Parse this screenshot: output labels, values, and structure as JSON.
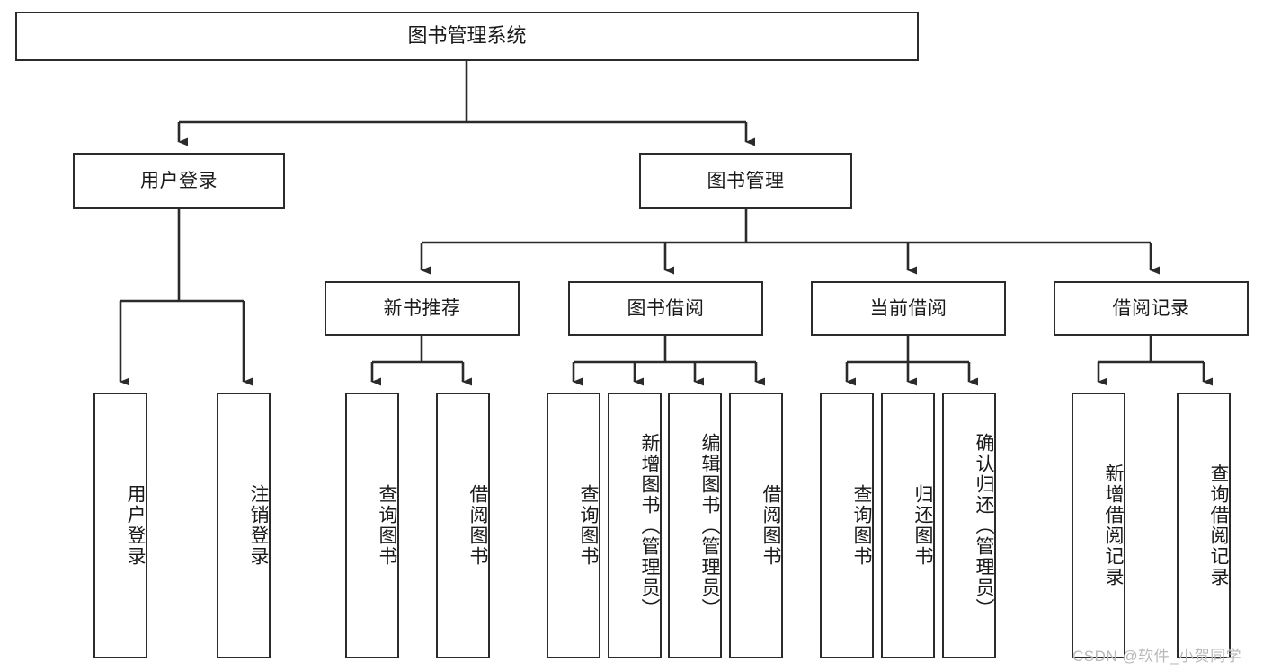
{
  "diagram": {
    "type": "hierarchy-tree",
    "title": "图书管理系统",
    "watermark": "CSDN @软件_小贺同学",
    "colors": {
      "stroke": "#2b2b2b",
      "fill": "#ffffff",
      "text": "#1a1a1a",
      "watermark": "#b9b9b9"
    },
    "nodes": {
      "root": {
        "label": "图书管理系统"
      },
      "level2": [
        {
          "id": "user-login",
          "label": "用户登录"
        },
        {
          "id": "book-manage",
          "label": "图书管理"
        }
      ],
      "level3": [
        {
          "id": "new-book-recommend",
          "label": "新书推荐"
        },
        {
          "id": "book-borrow",
          "label": "图书借阅"
        },
        {
          "id": "current-borrow",
          "label": "当前借阅"
        },
        {
          "id": "borrow-record",
          "label": "借阅记录"
        }
      ],
      "leaves": {
        "user-login": [
          {
            "id": "leaf-user-login",
            "label": "用户登录"
          },
          {
            "id": "leaf-logout-login",
            "label": "注销登录"
          }
        ],
        "new-book-recommend": [
          {
            "id": "leaf-query-book-1",
            "label": "查询图书"
          },
          {
            "id": "leaf-borrow-book-1",
            "label": "借阅图书"
          }
        ],
        "book-borrow": [
          {
            "id": "leaf-query-book-2",
            "label": "查询图书"
          },
          {
            "id": "leaf-add-book",
            "label": "新增图书（管理员）"
          },
          {
            "id": "leaf-edit-book",
            "label": "编辑图书（管理员）"
          },
          {
            "id": "leaf-borrow-book-2",
            "label": "借阅图书"
          }
        ],
        "current-borrow": [
          {
            "id": "leaf-query-book-3",
            "label": "查询图书"
          },
          {
            "id": "leaf-return-book",
            "label": "归还图书"
          },
          {
            "id": "leaf-confirm-return",
            "label": "确认归还（管理员）"
          }
        ],
        "borrow-record": [
          {
            "id": "leaf-add-record",
            "label": "新增借阅记录"
          },
          {
            "id": "leaf-query-record",
            "label": "查询借阅记录"
          }
        ]
      }
    }
  }
}
